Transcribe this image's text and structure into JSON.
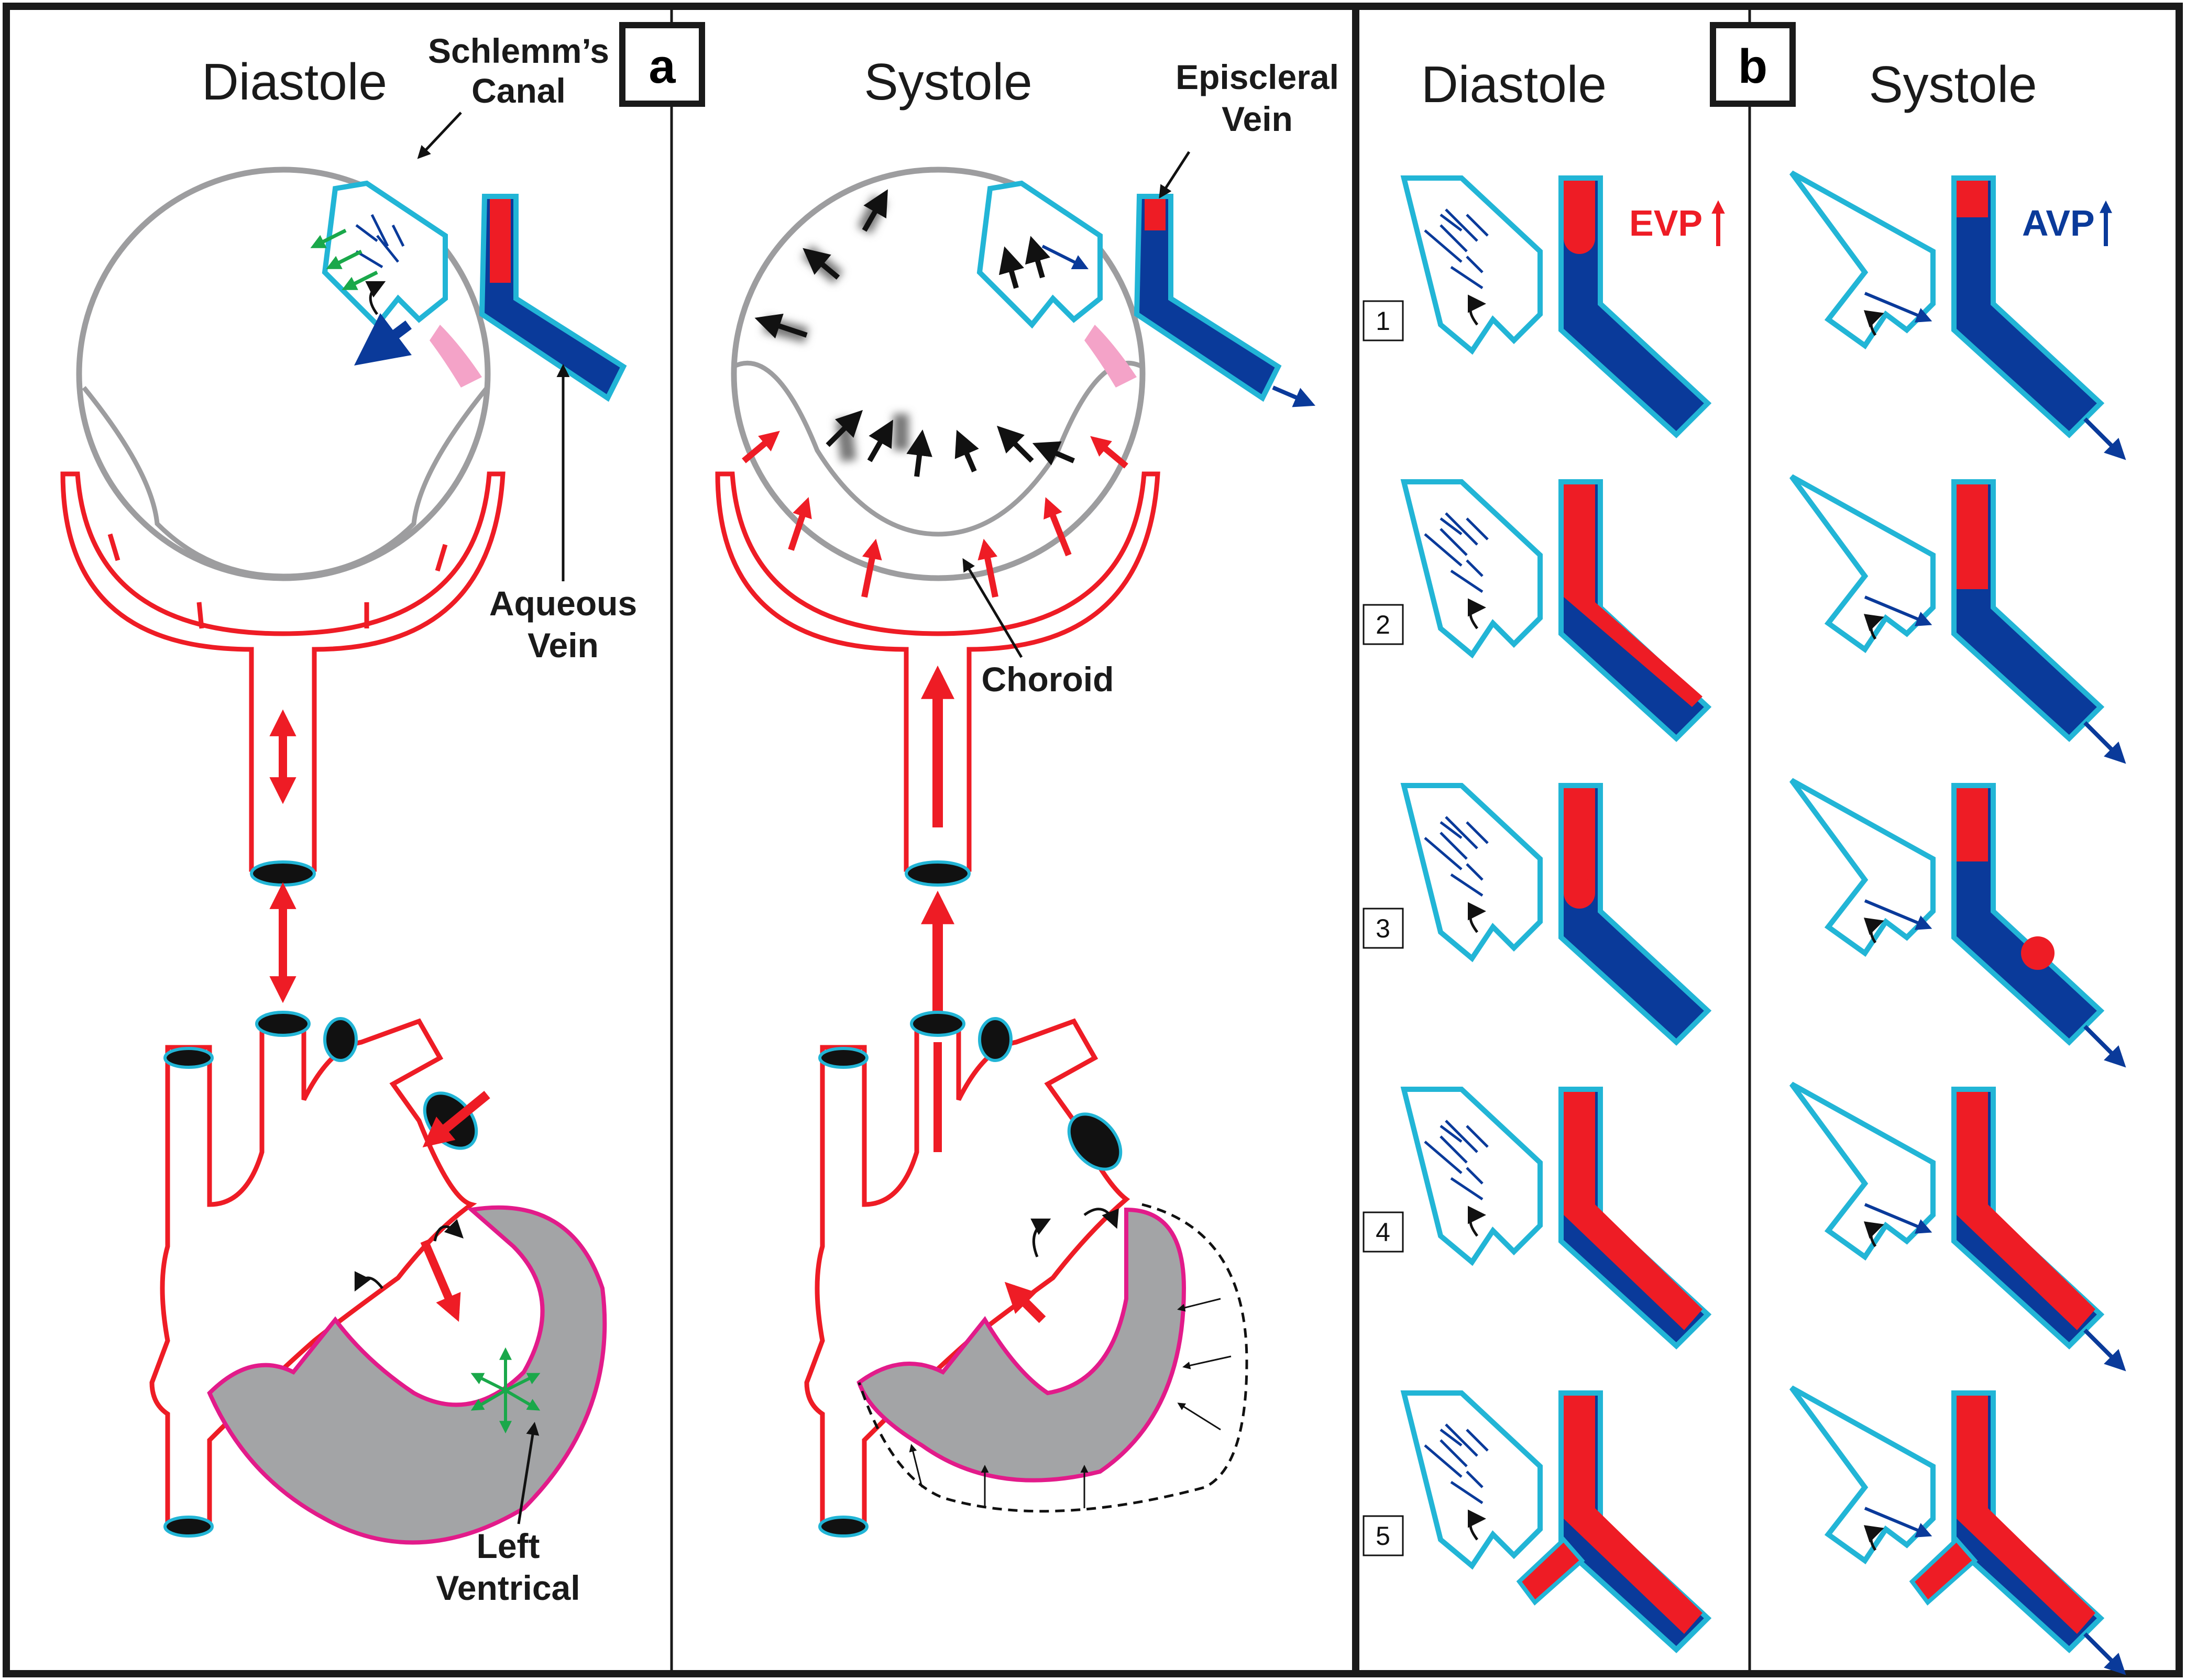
{
  "panel_a": {
    "letter": "a",
    "diastole": {
      "title": "Diastole"
    },
    "systole": {
      "title": "Systole"
    },
    "labels": {
      "schlemm_1": "Schlemm’s",
      "schlemm_2": "Canal",
      "aqueous_1": "Aqueous",
      "aqueous_2": "Vein",
      "episcleral_1": "Episcleral",
      "episcleral_2": "Vein",
      "choroid": "Choroid",
      "lv_1": "Left",
      "lv_2": "Ventrical"
    }
  },
  "panel_b": {
    "letter": "b",
    "diastole": {
      "title": "Diastole",
      "marker": "EVP"
    },
    "systole": {
      "title": "Systole",
      "marker": "AVP"
    },
    "rows": [
      "1",
      "2",
      "3",
      "4",
      "5"
    ]
  },
  "colors": {
    "artery_red": "#ee1c25",
    "aqueous_blue": "#0a3a9a",
    "outline_cyan": "#22b5d6",
    "sclera_gray": "#9d9d9f",
    "ventricle_gray": "#a3a4a6",
    "myocardium_magenta": "#e21b8a",
    "arrow_green": "#1aa84a",
    "tm_pink": "#f4a3c8"
  }
}
